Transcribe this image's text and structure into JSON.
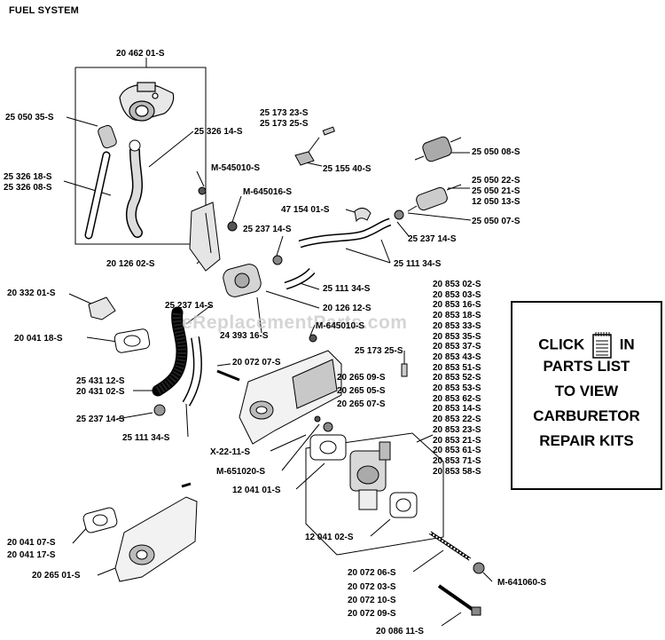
{
  "title": "FUEL SYSTEM",
  "watermark": "eReplacementParts.com",
  "callout": {
    "line1_left": "CLICK",
    "line1_right": "IN",
    "line2": "PARTS LIST",
    "line3": "TO VIEW",
    "line4": "CARBURETOR",
    "line5": "REPAIR KITS",
    "icon": "notepad-icon"
  },
  "parts": {
    "p_2046201": "20 462 01-S",
    "p_2505035": "25 050 35-S",
    "p_2532614": "25 326 14-S",
    "p_2532618": "25 326 18-S",
    "p_2532608": "25 326 08-S",
    "p_2517323": "25 173 23-S",
    "p_2517325a": "25 173 25-S",
    "p_2515540": "25 155 40-S",
    "p_2505008": "25 050 08-S",
    "p_m545010": "M-545010-S",
    "p_m645016": "M-645016-S",
    "p_2505022": "25 050 22-S",
    "p_2505021": "25 050 21-S",
    "p_1205013": "12 050 13-S",
    "p_2505007": "25 050 07-S",
    "p_4715401": "47 154 01-S",
    "p_2523714a": "25 237 14-S",
    "p_2523714b": "25 237 14-S",
    "p_2511134a": "25 111 34-S",
    "p_2012602": "20 126 02-S",
    "p_2511134b": "25 111 34-S",
    "p_2033201": "20 332 01-S",
    "p_2523714c": "25 237 14-S",
    "p_2012612": "20 126 12-S",
    "p_2439316": "24 393 16-S",
    "p_m645010": "M-645010-S",
    "p_2004118": "20 041 18-S",
    "p_2517325b": "25 173 25-S",
    "p_2007207": "20 072 07-S",
    "p_2543112": "25 431 12-S",
    "p_2043102": "20 431 02-S",
    "p_2026509": "20 265 09-S",
    "p_2026505": "20 265 05-S",
    "p_2026507": "20 265 07-S",
    "p_2523714d": "25 237 14-S",
    "p_2511134c": "25 111 34-S",
    "p_x2211": "X-22-11-S",
    "p_m651020": "M-651020-S",
    "p_1204101": "12 041 01-S",
    "p_1204102": "12 041 02-S",
    "p_2004107": "20 041 07-S",
    "p_2004117": "20 041 17-S",
    "p_2026501": "20 265 01-S",
    "p_2007206": "20 072 06-S",
    "p_2007203": "20 072 03-S",
    "p_2007210": "20 072 10-S",
    "p_2007209": "20 072 09-S",
    "p_2008611": "20 086 11-S",
    "p_m641060": "M-641060-S"
  },
  "kit_list": [
    "20 853 02-S",
    "20 853 03-S",
    "20 853 16-S",
    "20 853 18-S",
    "20 853 33-S",
    "20 853 35-S",
    "20 853 37-S",
    "20 853 43-S",
    "20 853 51-S",
    "20 853 52-S",
    "20 853 53-S",
    "20 853 62-S",
    "20 853 14-S",
    "20 853 22-S",
    "20 853 23-S",
    "20 853 21-S",
    "20 853 61-S",
    "20 853 71-S",
    "20 853 58-S"
  ]
}
